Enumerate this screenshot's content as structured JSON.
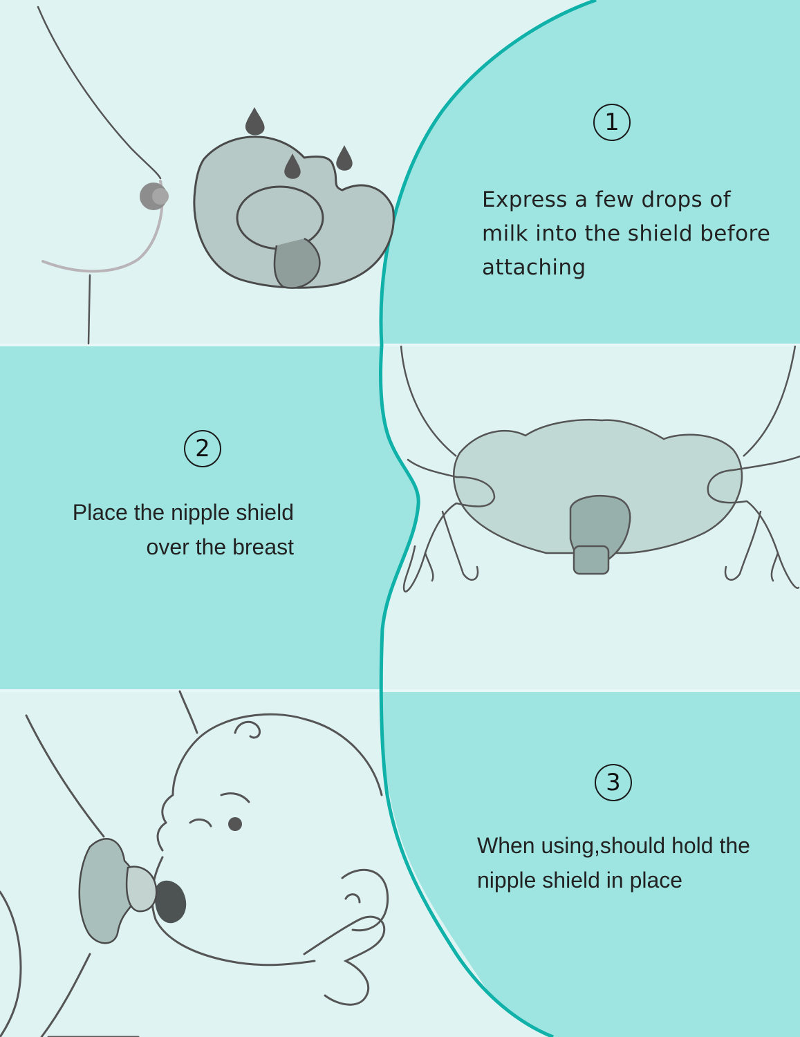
{
  "steps": [
    {
      "number": "1",
      "text": "Express a few drops of milk into the shield before attaching"
    },
    {
      "number": "2",
      "text": "Place the nipple shield over the breast"
    },
    {
      "number": "3",
      "text": "When using,should hold the nipple shield in place"
    }
  ],
  "colors": {
    "background_light": "#dff3f3",
    "panel_teal": "#9ee5e1",
    "curve_stroke": "#0fb1a8",
    "line_art": "#4a4a4a",
    "shield_fill": "#b8cfcb"
  }
}
